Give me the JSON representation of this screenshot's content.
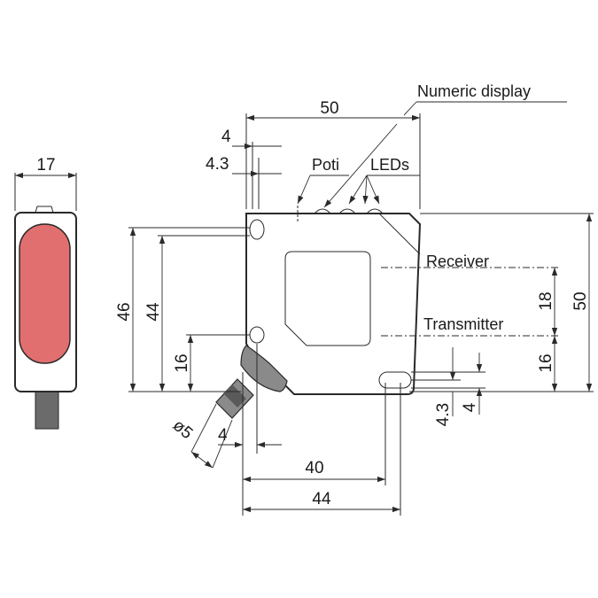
{
  "side_view": {
    "width_dim": "17",
    "lens_color": "#e26f6f"
  },
  "front_view": {
    "labels": {
      "numeric_display": "Numeric display",
      "poti": "Poti",
      "leds": "LEDs",
      "receiver": "Receiver",
      "transmitter": "Transmitter"
    },
    "dims": {
      "top_width": "50",
      "hole_offset_4": "4",
      "hole_offset_4_3": "4.3",
      "left_height_46": "46",
      "left_height_44": "44",
      "left_height_16": "16",
      "right_height_18": "18",
      "right_height_50": "50",
      "right_height_16": "16",
      "right_slot_4_3": "4.3",
      "right_slot_4": "4",
      "cable_diameter": "ø5",
      "bottom_4": "4",
      "bottom_40": "40",
      "bottom_44": "44"
    }
  }
}
